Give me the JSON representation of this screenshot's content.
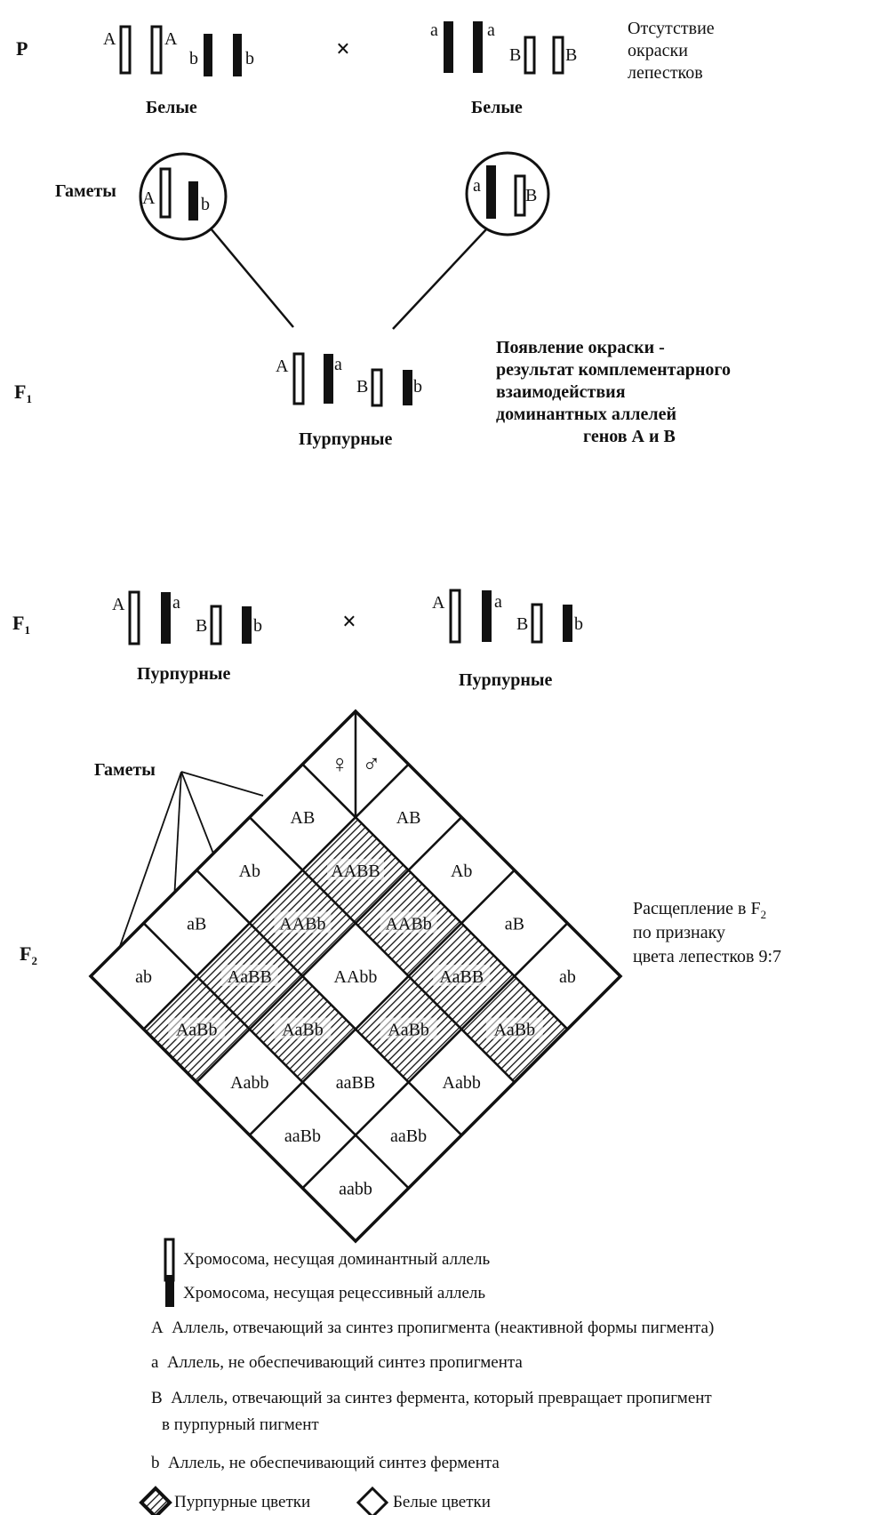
{
  "generations": {
    "p": "P",
    "f1": "F",
    "f1_sub": "1",
    "f2": "F",
    "f2_sub": "2"
  },
  "cross_symbol": "×",
  "alleles": {
    "A": "A",
    "a": "a",
    "B": "B",
    "b": "b"
  },
  "labels": {
    "white": "Белые",
    "purple": "Пурпурные",
    "gametes": "Гаметы",
    "female_symbol": "♀",
    "male_symbol": "♂"
  },
  "notes": {
    "no_color": [
      "Отсутствие",
      "окраски",
      "лепестков"
    ],
    "complementary": [
      "Появление окраски -",
      "результат комплементарного",
      "взаимодействия",
      "доминантных аллелей",
      "генов А и В"
    ],
    "split_prefix": "Расщепление в F",
    "split_sub": "2",
    "split_rest": [
      "по признаку",
      "цвета лепестков 9:7"
    ]
  },
  "punnett": {
    "gametes": [
      "AB",
      "Ab",
      "aB",
      "ab"
    ],
    "rows": [
      [
        "AABB",
        "AABb",
        "AaBB",
        "AaBb"
      ],
      [
        "AABb",
        "AAbb",
        "AaBb",
        "Aabb"
      ],
      [
        "AaBB",
        "AaBb",
        "aaBB",
        "aaBb"
      ],
      [
        "AaBb",
        "Aabb",
        "aaBb",
        "aabb"
      ]
    ],
    "purple_cells": [
      [
        true,
        true,
        true,
        true
      ],
      [
        true,
        false,
        true,
        false
      ],
      [
        true,
        true,
        false,
        false
      ],
      [
        true,
        false,
        false,
        false
      ]
    ]
  },
  "legend": {
    "dominant_chromosome": "Хромосома, несущая доминантный аллель",
    "recessive_chromosome": "Хромосома, несущая рецессивный аллель",
    "A_desc": "Аллель, отвечающий за синтез пропигмента (неактивной формы пигмента)",
    "a_desc": "Аллель, не обеспечивающий синтез   пропигмента",
    "B_desc_1": "Аллель, отвечающий за синтез фермента, который превращает пропигмент",
    "B_desc_2": "в пурпурный пигмент",
    "b_desc": "Аллель, не обеспечивающий синтез   фермента",
    "purple_flowers": "Пурпурные цветки",
    "white_flowers": "Белые цветки"
  }
}
